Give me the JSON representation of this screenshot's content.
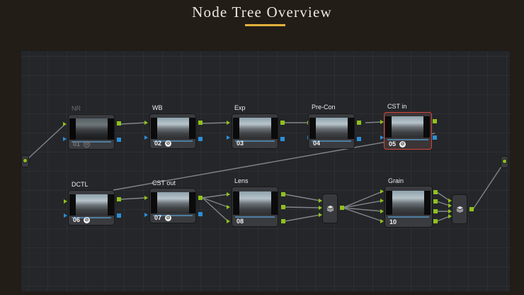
{
  "page": {
    "title": "Node Tree Overview"
  },
  "colors": {
    "accent": "#e3b13c",
    "rgb_link": "#8fc21c",
    "alpha_link": "#2c8fd8",
    "selected_outline": "#d6453b",
    "canvas": "#252629"
  },
  "nodes": [
    {
      "label": "NR",
      "number": "01",
      "icon": "bypass-icon",
      "disabled": true
    },
    {
      "label": "WB",
      "number": "02",
      "icon": "effect-icon"
    },
    {
      "label": "Exp",
      "number": "03"
    },
    {
      "label": "Pre-Con",
      "number": "04"
    },
    {
      "label": "CST in",
      "number": "05",
      "icon": "effect-icon",
      "selected": true
    },
    {
      "label": "DCTL",
      "number": "06",
      "icon": "effect-icon"
    },
    {
      "label": "CST out",
      "number": "07",
      "icon": "effect-icon"
    },
    {
      "label": "Lens",
      "number": "08"
    },
    {
      "label": "Grain",
      "number": "10"
    }
  ],
  "glyphs": {
    "effect": "⊘",
    "bypass": "⊙"
  }
}
